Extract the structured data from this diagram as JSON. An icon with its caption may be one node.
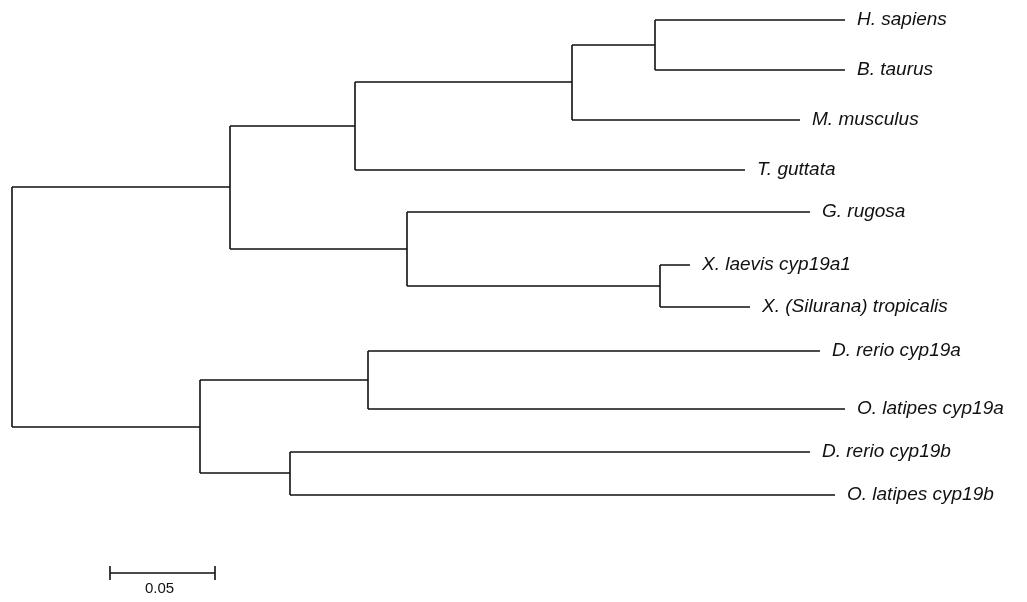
{
  "diagram": {
    "labels": [
      "H. sapiens",
      "B. taurus",
      "M. musculus",
      "T. guttata",
      "G. rugosa",
      "X. laevis cyp19a1",
      "X. (Silurana) tropicalis",
      "D. rerio cyp19a",
      "O. latipes cyp19a",
      "D. rerio cyp19b",
      "O. latipes cyp19b",
      "0.05"
    ]
  }
}
